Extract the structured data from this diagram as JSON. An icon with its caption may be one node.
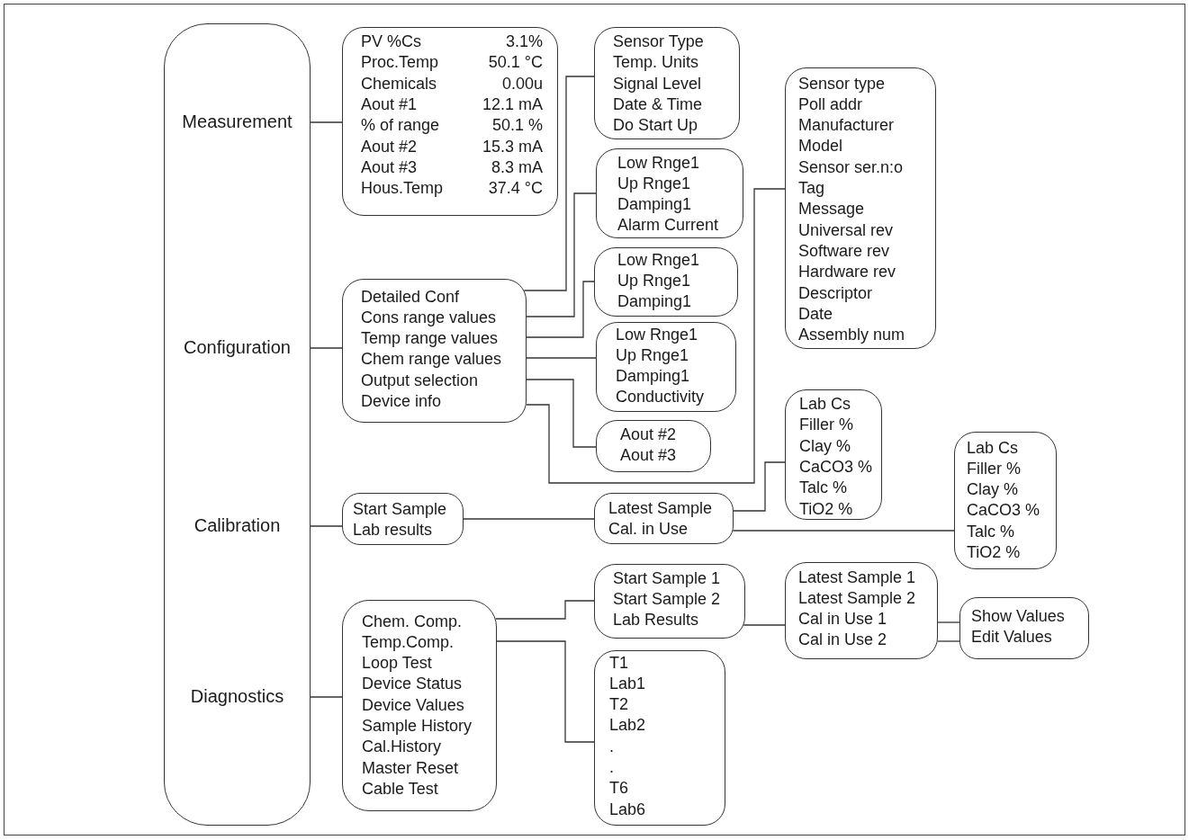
{
  "diagram": {
    "nodes": [
      {
        "text": [
          "Measurement",
          "Configuration",
          "Calibration",
          "Diagnostics"
        ]
      },
      {
        "text": [
          "PV %Cs",
          "3.1%",
          "Proc.Temp",
          "50.1 °C",
          "Chemicals",
          "0.00u",
          "Aout #1",
          "12.1 mA",
          "% of range",
          "50.1 %",
          "Aout #2",
          "15.3 mA",
          "Aout #3",
          "8.3 mA",
          "Hous.Temp",
          "37.4 °C"
        ]
      },
      {
        "text": [
          "Sensor Type",
          "Temp. Units",
          "Signal Level",
          "Date & Time",
          "Do Start Up"
        ]
      },
      {
        "text": [
          "Low Rnge1",
          "Up Rnge1",
          "Damping1",
          "Alarm Current"
        ]
      },
      {
        "text": [
          "Low Rnge1",
          "Up Rnge1",
          "Damping1"
        ]
      },
      {
        "text": [
          "Low Rnge1",
          "Up Rnge1",
          "Damping1",
          "Conductivity"
        ]
      },
      {
        "text": [
          "Aout #2",
          "Aout #3"
        ]
      },
      {
        "text": [
          "Detailed Conf",
          "Cons range values",
          "Temp range values",
          "Chem range values",
          "Output selection",
          "Device info"
        ]
      },
      {
        "text": [
          "Sensor type",
          "Poll addr",
          "Manufacturer",
          "Model",
          "Sensor ser.n:o",
          "Tag",
          "Message",
          "Universal rev",
          "Software rev",
          "Hardware rev",
          "Descriptor",
          "Date",
          "Assembly num"
        ]
      },
      {
        "text": [
          "Lab Cs",
          "Filler %",
          "Clay %",
          "CaCO3 %",
          "Talc %",
          "TiO2 %"
        ]
      },
      {
        "text": [
          "Lab Cs",
          "Filler %",
          "Clay %",
          "CaCO3 %",
          "Talc %",
          "TiO2 %"
        ]
      },
      {
        "text": [
          "Start Sample",
          "Lab results"
        ]
      },
      {
        "text": [
          "Latest Sample",
          "Cal. in Use"
        ]
      },
      {
        "text": [
          "Start Sample 1",
          "Start Sample 2",
          "Lab Results"
        ]
      },
      {
        "text": [
          "Latest Sample 1",
          "Latest Sample 2",
          "Cal in Use 1",
          "Cal in Use 2"
        ]
      },
      {
        "text": [
          "Show Values",
          "Edit Values"
        ]
      },
      {
        "text": [
          "Chem. Comp.",
          "Temp.Comp.",
          "Loop Test",
          "Device Status",
          "Device Values",
          "Sample History",
          "Cal.History",
          "Master Reset",
          "Cable Test"
        ]
      },
      {
        "text": [
          "T1",
          "Lab1",
          "T2",
          "Lab2",
          ".",
          ".",
          "T6",
          "Lab6"
        ]
      }
    ],
    "edges": [
      {
        "from": 0,
        "to": 1,
        "arrow": "none"
      },
      {
        "from": 0,
        "to": 7,
        "arrow": "none"
      },
      {
        "from": 0,
        "to": 11,
        "arrow": "none"
      },
      {
        "from": 0,
        "to": 16,
        "arrow": "none"
      },
      {
        "from": 7,
        "to": 2,
        "arrow": "none"
      },
      {
        "from": 7,
        "to": 3,
        "arrow": "none"
      },
      {
        "from": 7,
        "to": 4,
        "arrow": "none"
      },
      {
        "from": 7,
        "to": 5,
        "arrow": "none"
      },
      {
        "from": 7,
        "to": 6,
        "arrow": "none"
      },
      {
        "from": 7,
        "to": 8,
        "arrow": "none"
      },
      {
        "from": 11,
        "to": 12,
        "arrow": "none"
      },
      {
        "from": 12,
        "to": 9,
        "arrow": "none"
      },
      {
        "from": 12,
        "to": 10,
        "arrow": "none"
      },
      {
        "from": 16,
        "to": 13,
        "arrow": "none"
      },
      {
        "from": 16,
        "to": 17,
        "arrow": "none"
      },
      {
        "from": 13,
        "to": 14,
        "arrow": "none"
      },
      {
        "from": 14,
        "to": 15,
        "arrow": "none"
      },
      {
        "from": 14,
        "to": 15,
        "arrow": "none"
      }
    ]
  }
}
